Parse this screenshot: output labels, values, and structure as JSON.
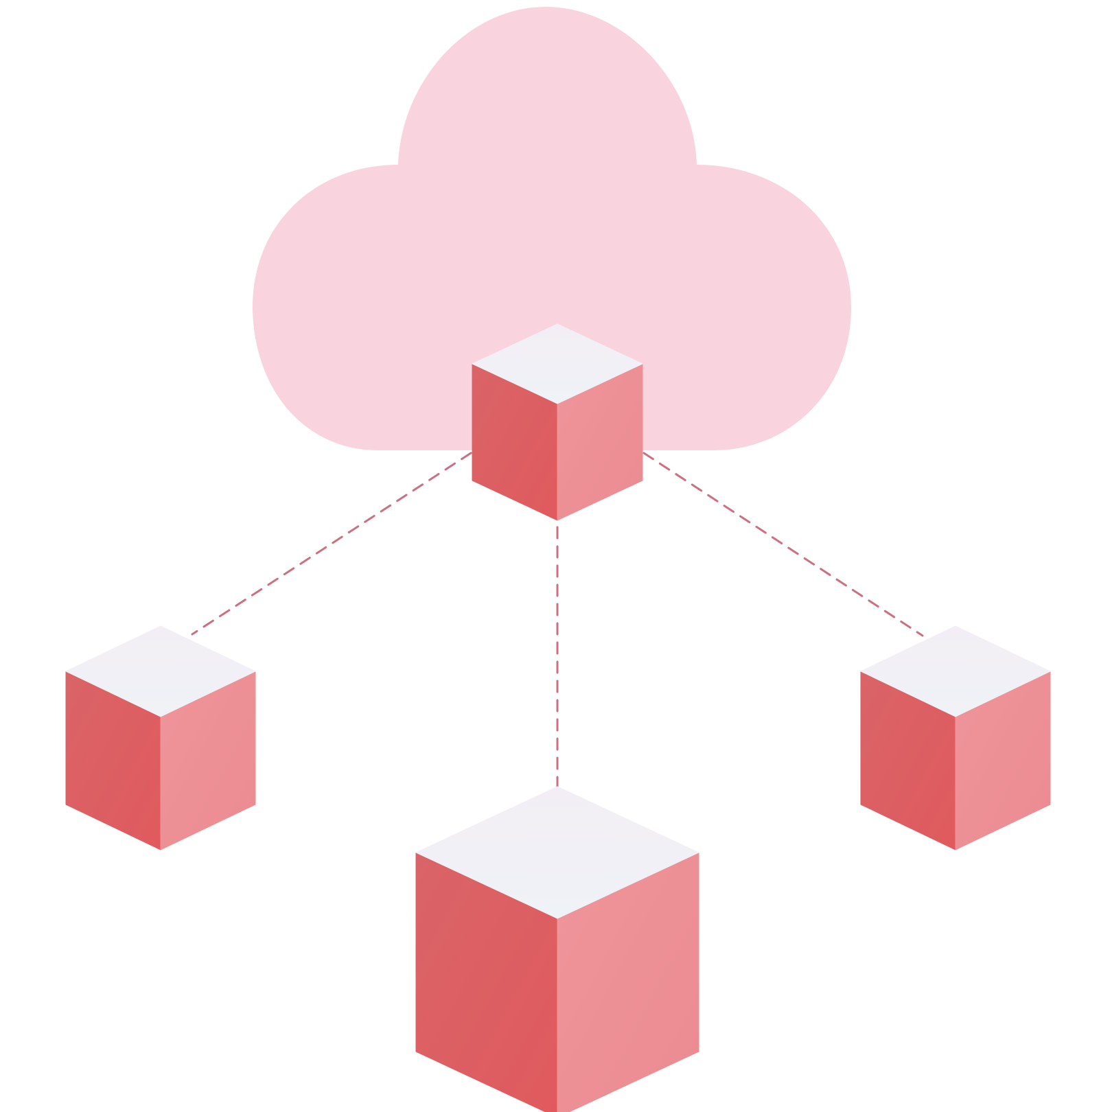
{
  "illustration": {
    "subject": "cloud-network",
    "nodes": [
      {
        "id": "hub",
        "role": "hub"
      },
      {
        "id": "left",
        "role": "leaf"
      },
      {
        "id": "bottom",
        "role": "leaf"
      },
      {
        "id": "right",
        "role": "leaf"
      }
    ],
    "links": [
      {
        "from": "hub",
        "to": "left",
        "style": "dashed"
      },
      {
        "from": "hub",
        "to": "bottom",
        "style": "dashed"
      },
      {
        "from": "hub",
        "to": "right",
        "style": "dashed"
      }
    ]
  },
  "colors": {
    "background": "#ffffff",
    "cloud": "#f9d3dd",
    "cube_top": "#f2eef4",
    "cube_left": "#dd5f61",
    "cube_right": "#ee9096",
    "link": "#c4566b"
  },
  "icons": [
    "cloud-icon",
    "cube-icon"
  ]
}
